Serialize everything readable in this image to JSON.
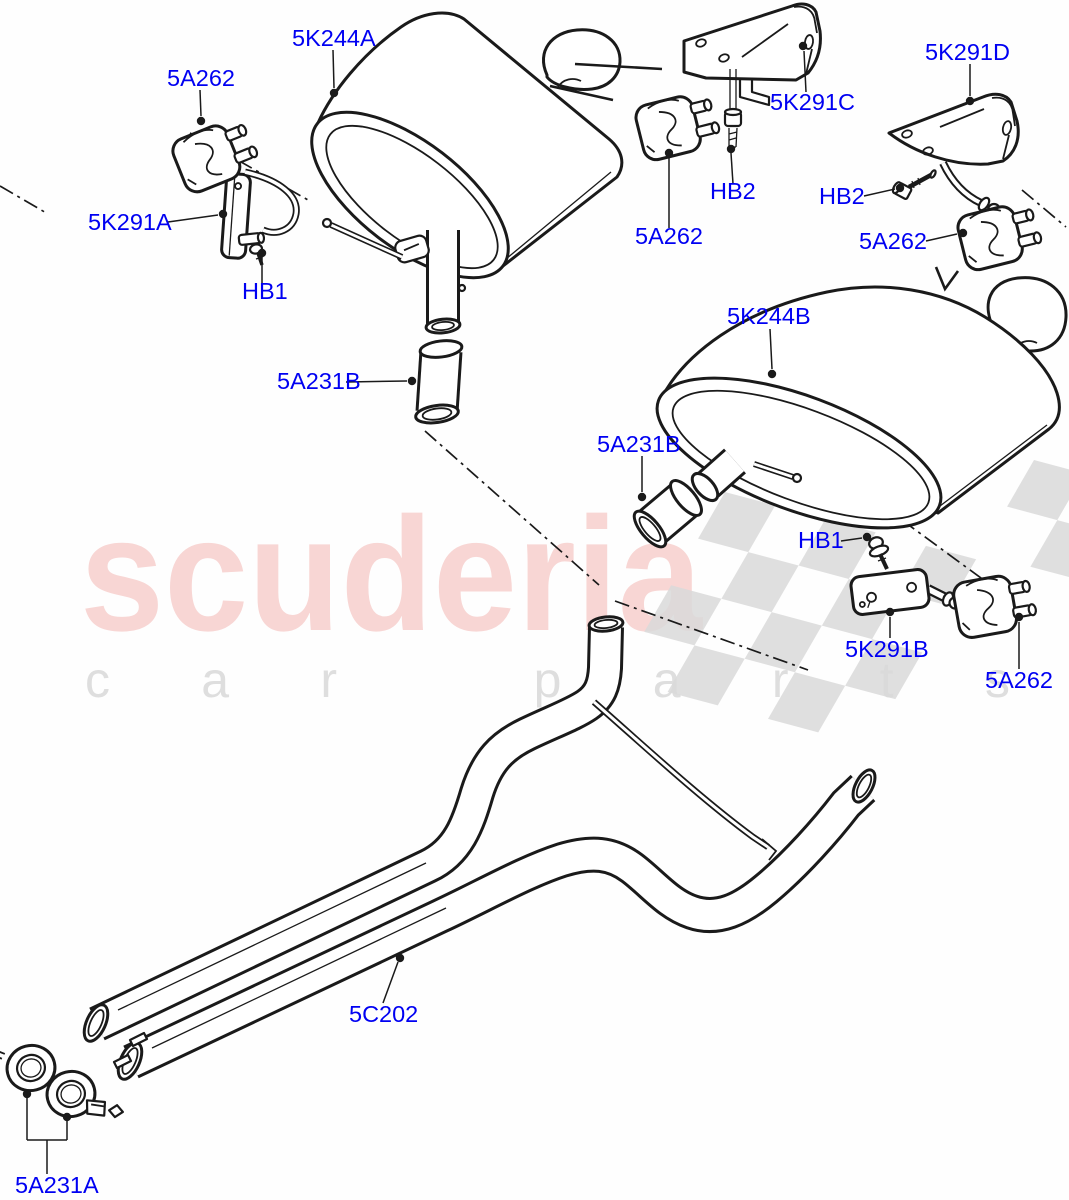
{
  "watermark": {
    "brand": "scuderia",
    "tagline": "car parts",
    "brand_color": "#f8d6d4",
    "tagline_color": "#dedede",
    "checker_color": "#d9d9d9"
  },
  "palette": {
    "background": "#fefefe",
    "line_color": "#1a1a1a",
    "label_color": "#0000f2"
  },
  "callouts": [
    {
      "id": "5a262-top-left",
      "text": "5A262"
    },
    {
      "id": "5k244a",
      "text": "5K244A"
    },
    {
      "id": "5k291a",
      "text": "5K291A"
    },
    {
      "id": "hb1-top-left",
      "text": "HB1"
    },
    {
      "id": "5a231b-left",
      "text": "5A231B"
    },
    {
      "id": "5k291c",
      "text": "5K291C"
    },
    {
      "id": "hb2-middle",
      "text": "HB2"
    },
    {
      "id": "5a262-top-middle",
      "text": "5A262"
    },
    {
      "id": "5k291d",
      "text": "5K291D"
    },
    {
      "id": "hb2-right",
      "text": "HB2"
    },
    {
      "id": "5a262-top-right",
      "text": "5A262"
    },
    {
      "id": "5k244b",
      "text": "5K244B"
    },
    {
      "id": "5a231b-middle",
      "text": "5A231B"
    },
    {
      "id": "hb1-middle-right",
      "text": "HB1"
    },
    {
      "id": "5k291b",
      "text": "5K291B"
    },
    {
      "id": "5a262-middle-right",
      "text": "5A262"
    },
    {
      "id": "5c202",
      "text": "5C202"
    },
    {
      "id": "5a231a",
      "text": "5A231A"
    }
  ]
}
